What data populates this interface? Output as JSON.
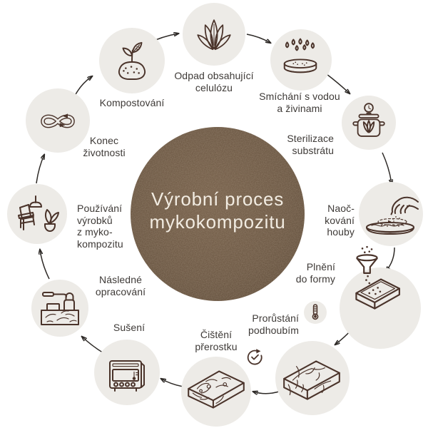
{
  "center": {
    "title": "Výrobní proces\nmykokompozitu",
    "bg_color": "#6e5a46",
    "text_color": "#f2ece2"
  },
  "colors": {
    "page_bg": "#ffffff",
    "node_bg": "#edebe7",
    "icon_stroke": "#4a332a",
    "label_text": "#3e3a37",
    "arrow": "#2d2926"
  },
  "steps": [
    {
      "label": "Odpad obsahující\ncelulózu",
      "icon": "leaves-icon"
    },
    {
      "label": "Smíchání s vodou\na živinami",
      "icon": "dish-water-drops-icon"
    },
    {
      "label": "Sterilizace\nsubstrátu",
      "icon": "sterilization-pot-icon"
    },
    {
      "label": "Naoč-\nkování\nhouby",
      "icon": "hand-inoculation-icon"
    },
    {
      "label": "Plnění\ndo formy",
      "icon": "funnel-mold-icon"
    },
    {
      "label": "Prorůstání\npodhoubím",
      "icon": "mycelium-brick-icon",
      "badge": "thermometer-icon"
    },
    {
      "label": "Čištění\npřerostku",
      "icon": "clean-brick-icon",
      "badge": "clock-icon"
    },
    {
      "label": "Sušení",
      "icon": "oven-icon"
    },
    {
      "label": "Následné\nopracování",
      "icon": "processing-machine-icon"
    },
    {
      "label": "Používání\nvýrobků\nz myko-\nkompozitu",
      "icon": "furniture-icon"
    },
    {
      "label": "Konec\nživotnosti",
      "icon": "infinity-recycle-icon"
    },
    {
      "label": "Kompostování",
      "icon": "compost-sprout-icon"
    }
  ]
}
